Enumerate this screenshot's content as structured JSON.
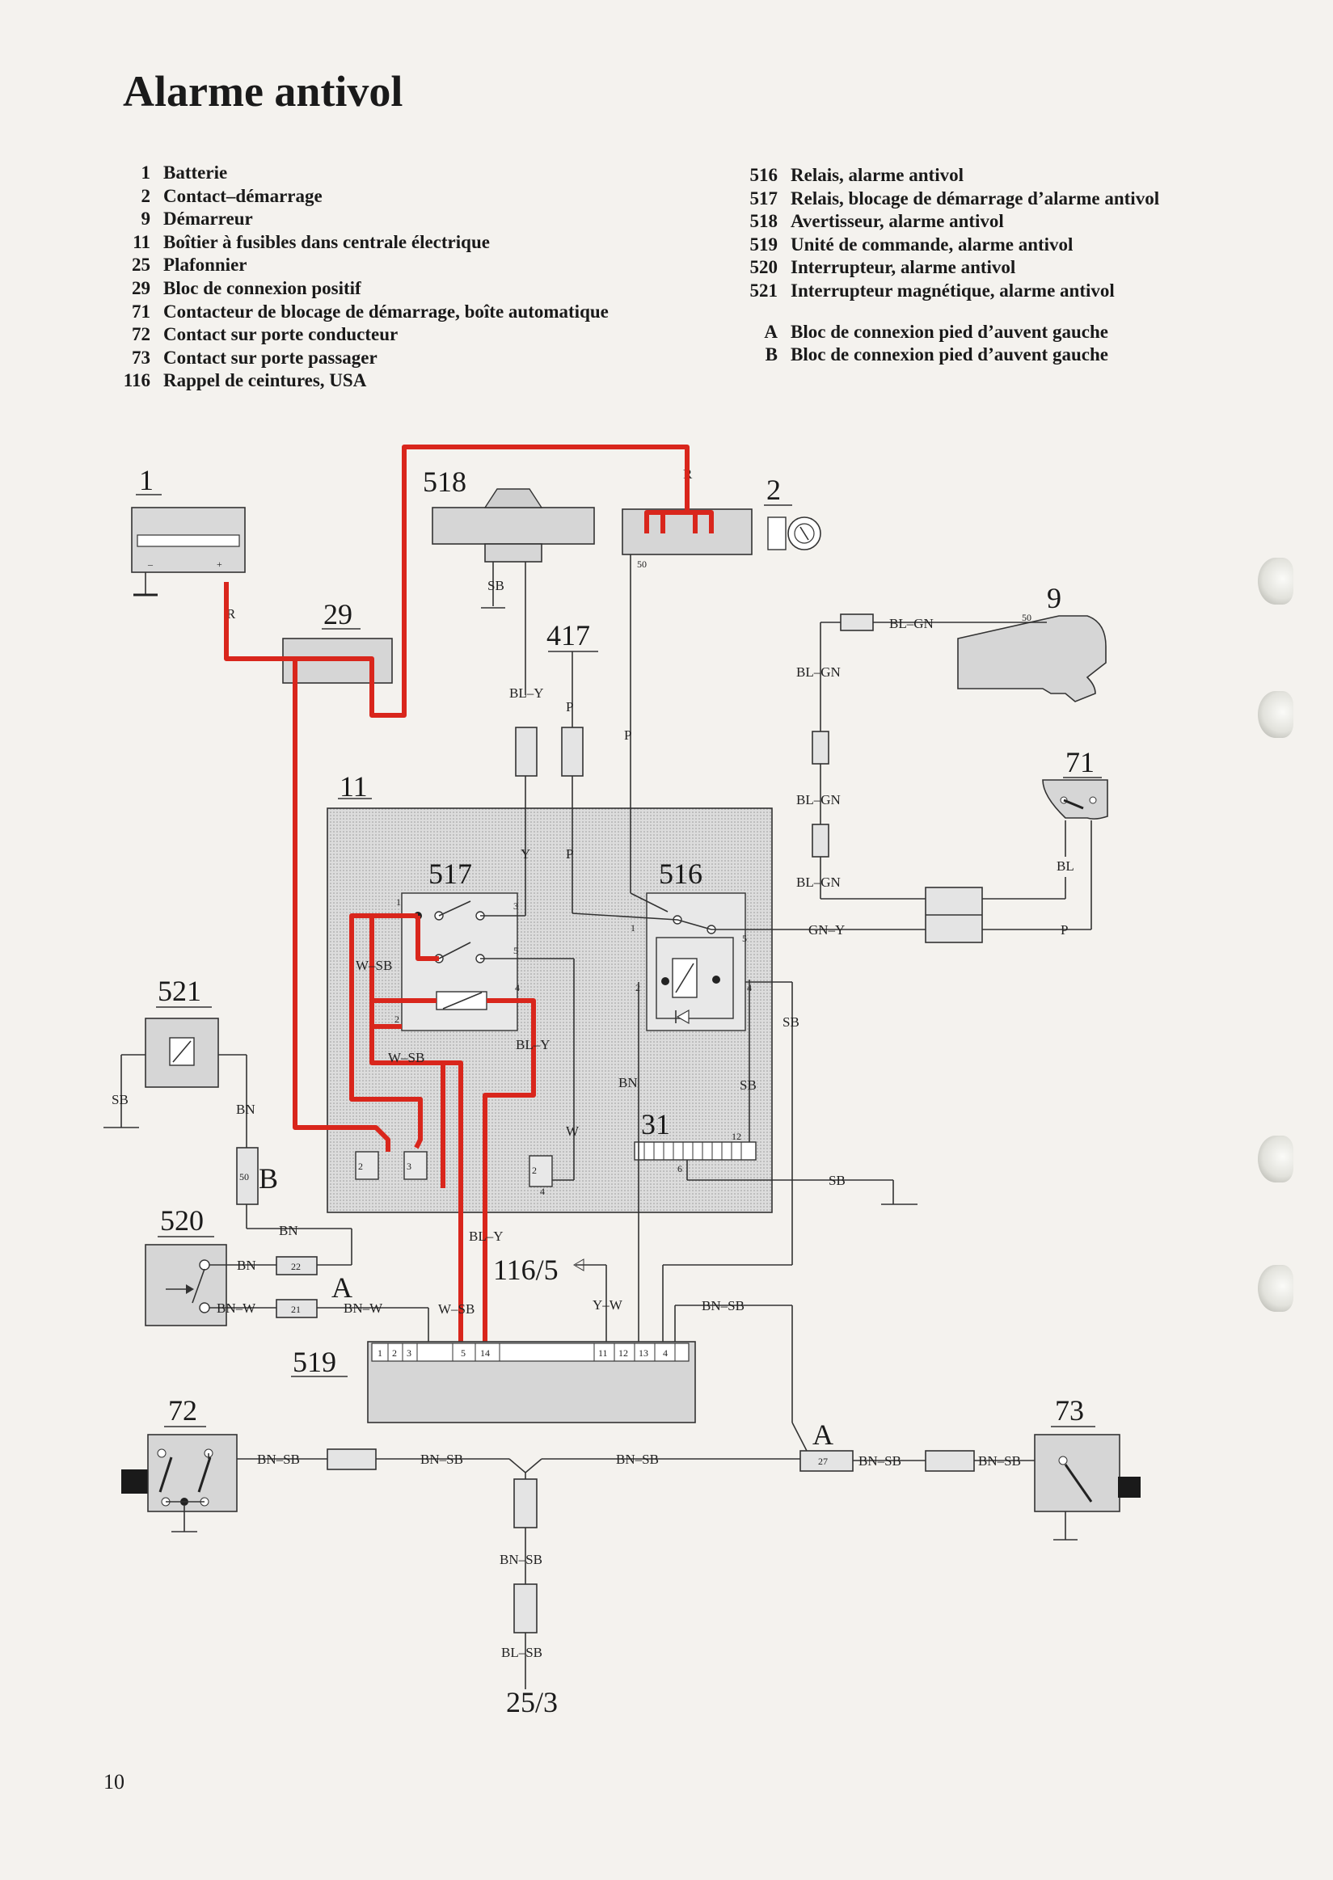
{
  "title": "Alarme antivol",
  "legend_left": [
    {
      "num": "1",
      "text": "Batterie"
    },
    {
      "num": "2",
      "text": "Contact–démarrage"
    },
    {
      "num": "9",
      "text": "Démarreur"
    },
    {
      "num": "11",
      "text": "Boîtier à fusibles dans centrale électrique"
    },
    {
      "num": "25",
      "text": "Plafonnier"
    },
    {
      "num": "29",
      "text": "Bloc de connexion positif"
    },
    {
      "num": "71",
      "text": "Contacteur de blocage de démarrage, boîte automatique"
    },
    {
      "num": "72",
      "text": "Contact sur porte conducteur"
    },
    {
      "num": "73",
      "text": "Contact sur porte passager"
    },
    {
      "num": "116",
      "text": "Rappel de ceintures, USA"
    }
  ],
  "legend_right": [
    {
      "num": "516",
      "text": "Relais, alarme antivol"
    },
    {
      "num": "517",
      "text": "Relais, blocage de démarrage d’alarme antivol"
    },
    {
      "num": "518",
      "text": "Avertisseur, alarme antivol"
    },
    {
      "num": "519",
      "text": "Unité de commande, alarme antivol"
    },
    {
      "num": "520",
      "text": "Interrupteur, alarme antivol"
    },
    {
      "num": "521",
      "text": "Interrupteur magnétique, alarme antivol"
    }
  ],
  "legend_connectors": [
    {
      "num": "A",
      "text": "Bloc de connexion pied d’auvent gauche"
    },
    {
      "num": "B",
      "text": "Bloc de connexion pied d’auvent gauche"
    }
  ],
  "components": {
    "c1": "1",
    "c2": "2",
    "c9": "9",
    "c11": "11",
    "c29": "29",
    "c31": "31",
    "c71": "71",
    "c72": "72",
    "c73": "73",
    "c417": "417",
    "c516": "516",
    "c517": "517",
    "c518": "518",
    "c519": "519",
    "c520": "520",
    "c521": "521",
    "ref_116_5": "116/5",
    "ref_25_3": "25/3",
    "conn_A_top": "A",
    "conn_A_right": "A",
    "conn_B": "B"
  },
  "wire_labels": {
    "bat_r": "R",
    "ign_r": "R",
    "p50": "50",
    "sb_518": "SB",
    "bl_y_top": "BL–Y",
    "p_top": "P",
    "p_ign": "P",
    "bl_gn_1": "BL–GN",
    "bl_gn_2": "BL–GN",
    "bl_gn_3": "BL–GN",
    "bl_gn_4": "BL–GN",
    "p50_starter": "50",
    "bl_71": "BL",
    "gn_y": "GN–Y",
    "p_71": "P",
    "y_box": "Y",
    "p_box": "P",
    "w_sb_1": "W–SB",
    "w_sb_2": "W–SB",
    "bl_y_in": "BL–Y",
    "bn_31": "BN",
    "sb_31": "SB",
    "sb_516": "SB",
    "sb_gnd": "SB",
    "w_box": "W",
    "sb_521": "SB",
    "bn_521": "BN",
    "bn_b": "BN",
    "b50": "50",
    "bn_520": "BN",
    "bn_w_520": "BN–W",
    "bn_w_a": "BN–W",
    "p22": "22",
    "p21": "21",
    "bl_y_out": "BL–Y",
    "w_sb_out": "W–SB",
    "y_w": "Y–W",
    "bn_sb_out": "BN–SB",
    "bn_sb_72": "BN–SB",
    "bn_sb_mid": "BN–SB",
    "bn_sb_right": "BN–SB",
    "bn_sb_27": "BN–SB",
    "bn_sb_73": "BN–SB",
    "p27": "27",
    "bn_sb_down": "BN–SB",
    "bl_sb": "BL–SB"
  },
  "pins": {
    "r3": "3",
    "r5": "5",
    "r4": "4",
    "r2": "2",
    "r1": "1",
    "s1": "1",
    "s5": "5",
    "s2": "2",
    "s4": "4",
    "c31_12": "12",
    "c31_6": "6",
    "f2": "2",
    "f3": "3",
    "f2b": "2",
    "f4": "4",
    "u1": "1",
    "u2": "2",
    "u3": "3",
    "u5": "5",
    "u14": "14",
    "u11": "11",
    "u12": "12",
    "u13": "13",
    "u4": "4",
    "bat_neg": "–",
    "bat_pos": "+"
  },
  "page_number": "10",
  "colors": {
    "wire_red": "#d9261c",
    "box_grey": "#d6d6d6",
    "line": "#333333"
  }
}
